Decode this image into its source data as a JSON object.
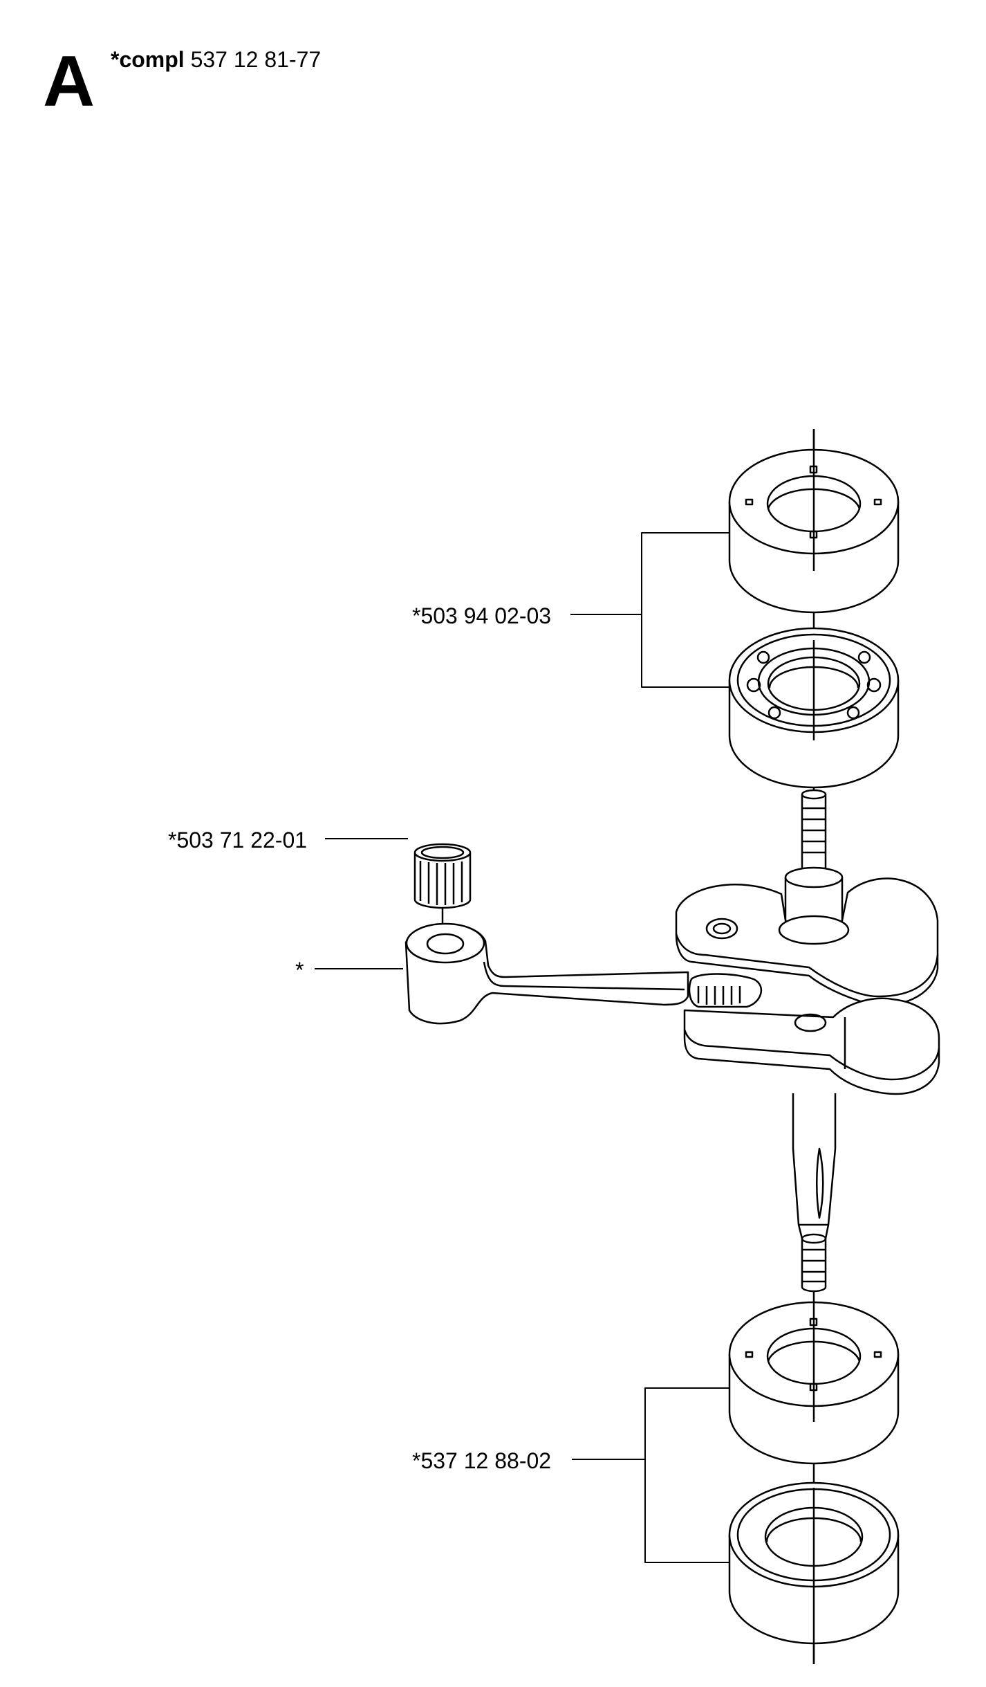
{
  "header": {
    "section_letter": "A",
    "kit_prefix": "*compl",
    "kit_number": "537 12 81-77"
  },
  "callouts": {
    "top_bearings": "*503 94 02-03",
    "needle_bearing": "*503 71 22-01",
    "connecting_rod": "*",
    "bottom_bearings": "*537 12 88-02"
  }
}
